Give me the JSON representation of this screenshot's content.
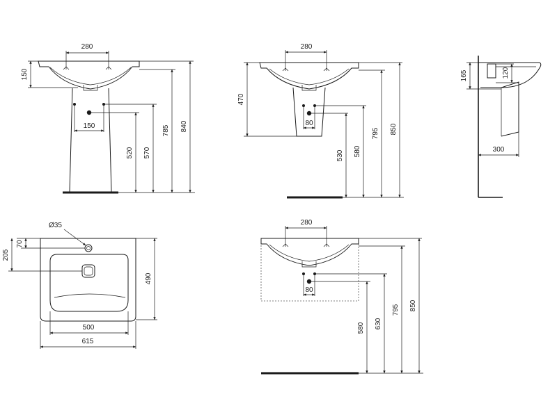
{
  "views": {
    "pedestal_front": {
      "dim_tap_spacing": "280",
      "dim_bowl_depth": "150",
      "dim_waste_spacing": "150",
      "dim_height_520": "520",
      "dim_height_570": "570",
      "dim_height_785": "785",
      "dim_height_840": "840"
    },
    "semi_pedestal_front": {
      "dim_tap_spacing": "280",
      "dim_pedestal_height": "470",
      "dim_waste_spacing": "80",
      "dim_height_530": "530",
      "dim_height_580": "580",
      "dim_height_795": "795",
      "dim_height_850": "850"
    },
    "side_view": {
      "dim_height_165": "165",
      "dim_height_120": "120",
      "dim_depth_300": "300"
    },
    "top_view": {
      "dim_tap_hole": "Ø35",
      "dim_offset_70": "70",
      "dim_offset_205": "205",
      "dim_depth_490": "490",
      "dim_bowl_width": "500",
      "dim_overall_width": "615"
    },
    "furniture_front": {
      "dim_tap_spacing": "280",
      "dim_waste_spacing": "80",
      "dim_height_580": "580",
      "dim_height_630": "630",
      "dim_height_795": "795",
      "dim_height_850": "850"
    }
  }
}
